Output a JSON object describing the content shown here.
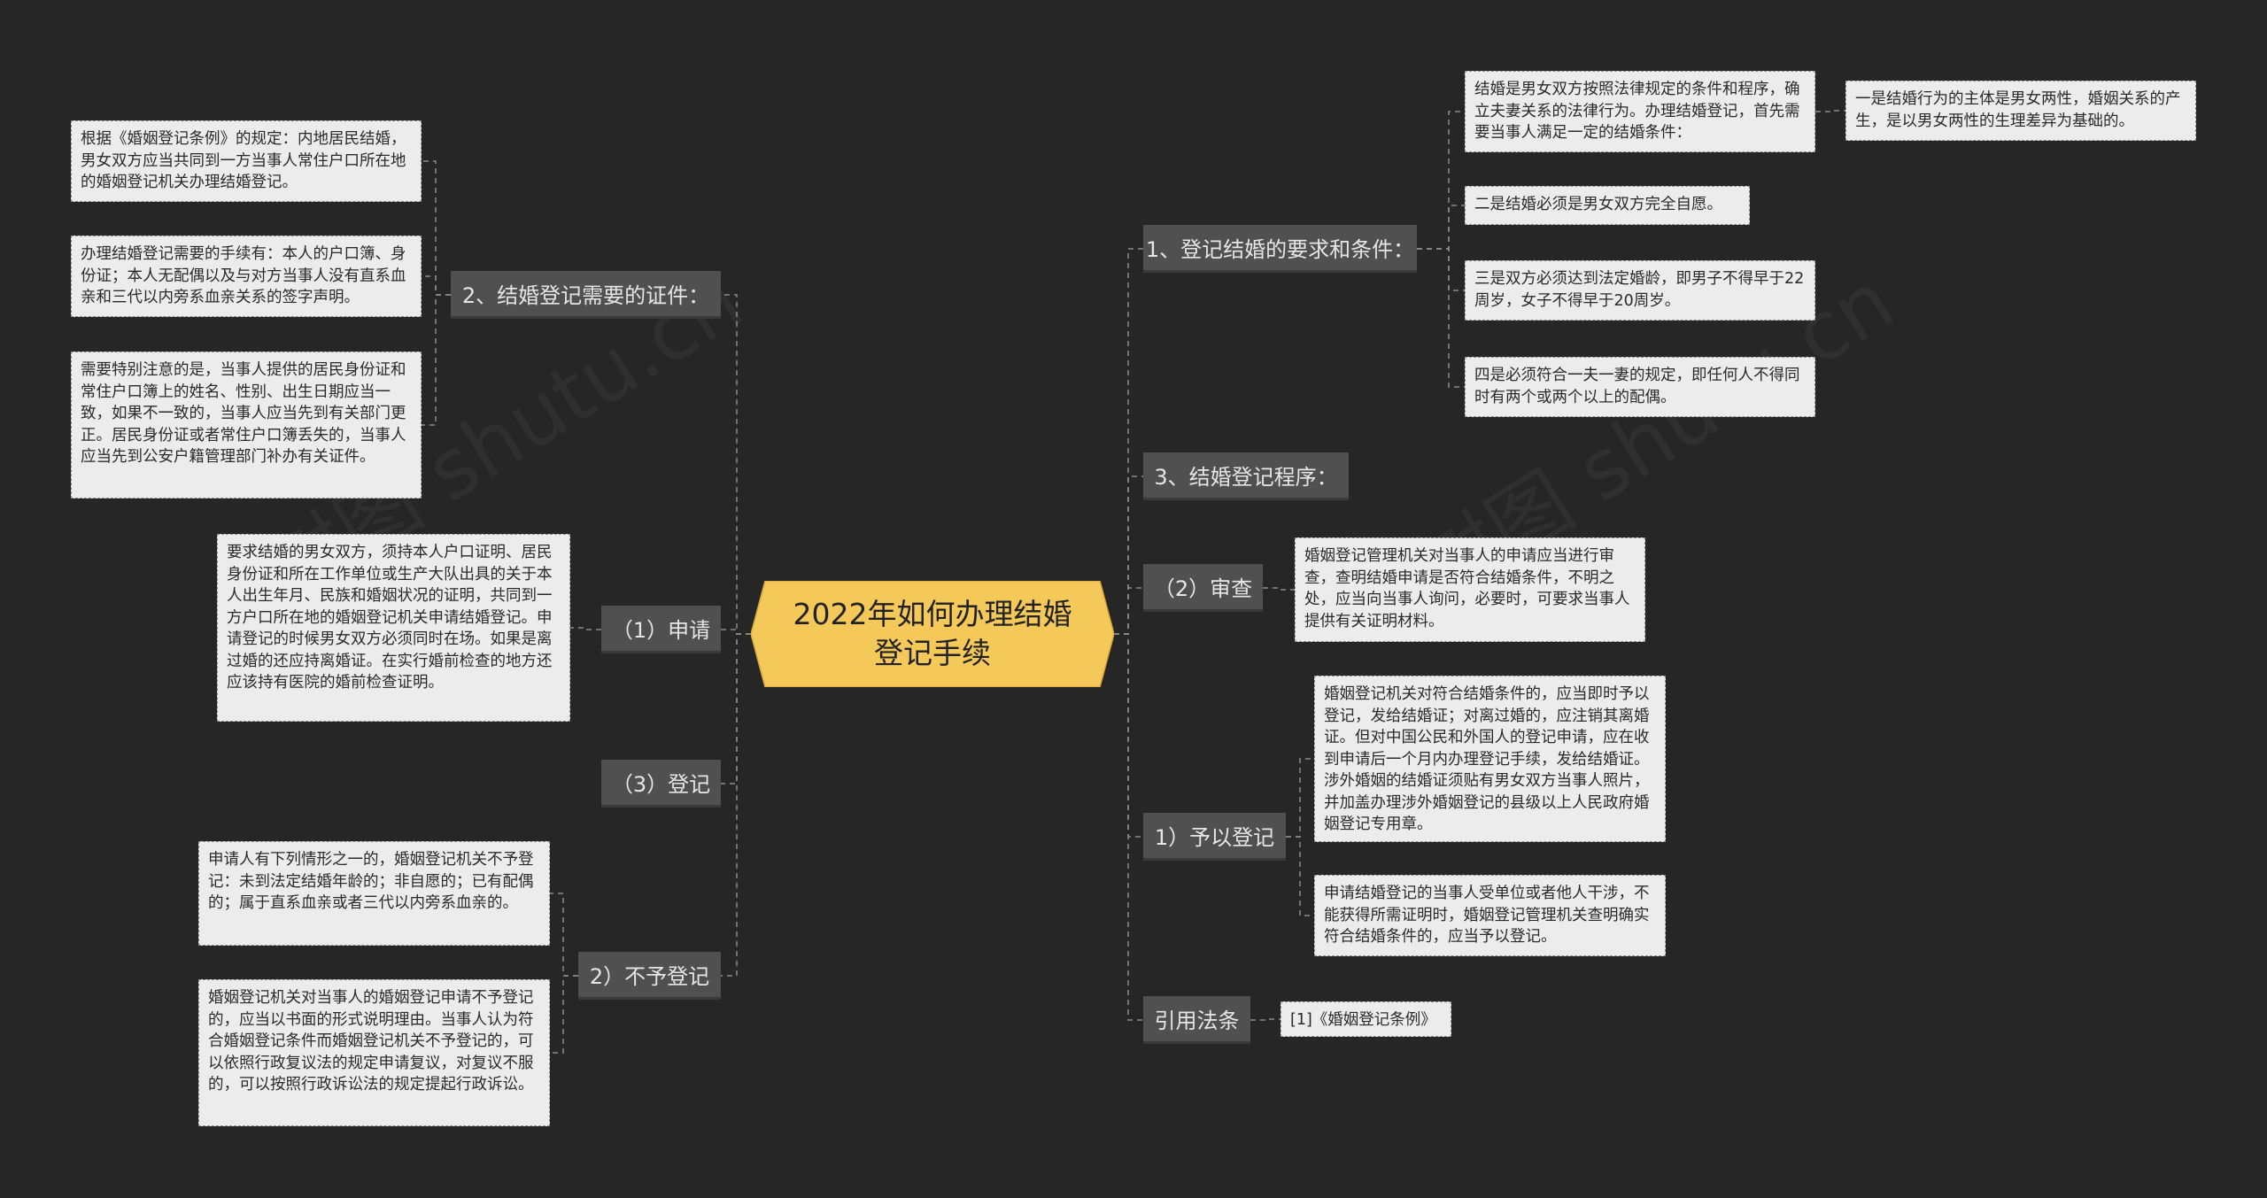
{
  "root": {
    "title": "2022年如何办理结婚登记手续",
    "color": "#f5c85a"
  },
  "watermark": "树图 shutu.cn",
  "left": [
    {
      "id": "b-certs",
      "label": "2、结婚登记需要的证件：",
      "children": [
        "根据《婚姻登记条例》的规定：内地居民结婚，男女双方应当共同到一方当事人常住户口所在地的婚姻登记机关办理结婚登记。",
        "办理结婚登记需要的手续有：本人的户口簿、身份证；本人无配偶以及与对方当事人没有直系血亲和三代以内旁系血亲关系的签字声明。",
        "需要特别注意的是，当事人提供的居民身份证和常住户口簿上的姓名、性别、出生日期应当一致，如果不一致的，当事人应当先到有关部门更正。居民身份证或者常住户口簿丢失的，当事人应当先到公安户籍管理部门补办有关证件。"
      ]
    },
    {
      "id": "b-apply",
      "label": "（1）申请",
      "children": [
        "要求结婚的男女双方，须持本人户口证明、居民身份证和所在工作单位或生产大队出具的关于本人出生年月、民族和婚姻状况的证明，共同到一方户口所在地的婚姻登记机关申请结婚登记。申请登记的时候男女双方必须同时在场。如果是离过婚的还应持离婚证。在实行婚前检查的地方还应该持有医院的婚前检查证明。"
      ]
    },
    {
      "id": "b-register",
      "label": "（3）登记",
      "children": []
    },
    {
      "id": "b-refuse",
      "label": "2）不予登记",
      "children": [
        "申请人有下列情形之一的，婚姻登记机关不予登记：未到法定结婚年龄的；非自愿的；已有配偶的；属于直系血亲或者三代以内旁系血亲的。",
        "婚姻登记机关对当事人的婚姻登记申请不予登记的，应当以书面的形式说明理由。当事人认为符合婚姻登记条件而婚姻登记机关不予登记的，可以依照行政复议法的规定申请复议，对复议不服的，可以按照行政诉讼法的规定提起行政诉讼。"
      ]
    }
  ],
  "right": [
    {
      "id": "b-require",
      "label": "1、登记结婚的要求和条件：",
      "children": [
        "结婚是男女双方按照法律规定的条件和程序，确立夫妻关系的法律行为。办理结婚登记，首先需要当事人满足一定的结婚条件：",
        "二是结婚必须是男女双方完全自愿。",
        "三是双方必须达到法定婚龄，即男子不得早于22周岁，女子不得早于20周岁。",
        "四是必须符合一夫一妻的规定，即任何人不得同时有两个或两个以上的配偶。"
      ],
      "grandchild": "一是结婚行为的主体是男女两性，婚姻关系的产生，是以男女两性的生理差异为基础的。"
    },
    {
      "id": "b-procedure",
      "label": "3、结婚登记程序：",
      "children": []
    },
    {
      "id": "b-review",
      "label": "（2）审查",
      "children": [
        "婚姻登记管理机关对当事人的申请应当进行审查，查明结婚申请是否符合结婚条件，不明之处，应当向当事人询问，必要时，可要求当事人提供有关证明材料。"
      ]
    },
    {
      "id": "b-grant",
      "label": "1）予以登记",
      "children": [
        "婚姻登记机关对符合结婚条件的，应当即时予以登记，发给结婚证；对离过婚的，应注销其离婚证。但对中国公民和外国人的登记申请，应在收到申请后一个月内办理登记手续，发给结婚证。涉外婚姻的结婚证须贴有男女双方当事人照片，并加盖办理涉外婚姻登记的县级以上人民政府婚姻登记专用章。",
        "申请结婚登记的当事人受单位或者他人干涉，不能获得所需证明时，婚姻登记管理机关查明确实符合结婚条件的，应当予以登记。"
      ]
    },
    {
      "id": "b-law",
      "label": "引用法条",
      "children": [
        "[1]《婚姻登记条例》"
      ]
    }
  ]
}
